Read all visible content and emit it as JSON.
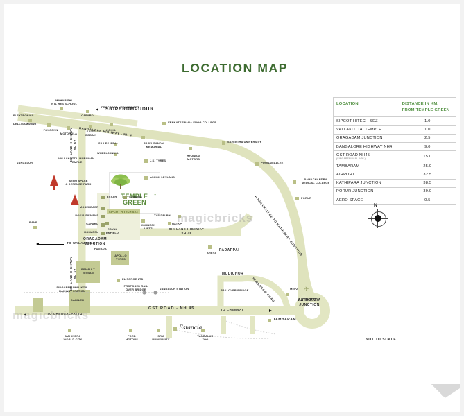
{
  "title": "LOCATION MAP",
  "watermark": "magicbricks",
  "not_to_scale": "NOT TO SCALE",
  "compass": {
    "north": "N"
  },
  "project": {
    "name_line1": "TEMPLE",
    "name_line2": "GREEN",
    "trademark": "™",
    "tree_icon": "tree-icon"
  },
  "table": {
    "header_location": "LOCATION",
    "header_distance_line1": "DISTANCE IN KM.",
    "header_distance_line2": "FROM TEMPLE GREEN",
    "rows": [
      {
        "location": "SIPCOT HITECH SEZ",
        "sub": "",
        "distance": "1.0"
      },
      {
        "location": "VALLAKOTTAI TEMPLE",
        "sub": "",
        "distance": "1.0"
      },
      {
        "location": "ORAGADAM JUNCTION",
        "sub": "",
        "distance": "2.5"
      },
      {
        "location": "BANGALORE HIGHWAY NH4",
        "sub": "",
        "distance": "9.0"
      },
      {
        "location": "GST ROAD NH45",
        "sub": "(SINGAPERUMAL KOIL)",
        "distance": "15.0"
      },
      {
        "location": "TAMBARAM",
        "sub": "",
        "distance": "25.0"
      },
      {
        "location": "AIRPORT",
        "sub": "",
        "distance": "32.5"
      },
      {
        "location": "KATHIPARA JUNCTION",
        "sub": "",
        "distance": "38.5"
      },
      {
        "location": "PORUR JUNCTION",
        "sub": "",
        "distance": "39.0"
      },
      {
        "location": "AERO SPACE",
        "sub": "",
        "distance": "0.5"
      }
    ]
  },
  "map": {
    "roads": {
      "bangalore_highway": "BANGALORE HIGHWAY - NH 4",
      "six_lane_sh57_upper": "SIX LANE HIGHWAY\nSH 57",
      "six_lane_sh48": "SIX LANE HIGHWAY\nSH 48",
      "six_lane_sh57_lower": "SIX LANE HIGHWAY\nSH 57",
      "gst_road": "GST ROAD - NH 45",
      "poonamallee_road": "POONAMALLEE TO KATHIPARA JUNCTION",
      "tambaram_road": "TAMBARAM ROAD"
    },
    "places": {
      "sriperumpudur": "SRIPERUMPUDUR",
      "padappai": "PADAPPAI",
      "oragadam_junction": "ORAGADAM\nJUNCTION",
      "kathipara_junction": "KATHIPARA\nJUNCTION",
      "mudichur": "MUDICHUR",
      "airport": "AIRPORT",
      "tambaram": "TAMBARAM",
      "porur": "PORUR",
      "poonamallee": "POONAMALLEE",
      "mepz": "MEPZ",
      "sipcot": "SIPCOT HITECH SEZ",
      "vallakottai": "VALLAKOTTAI MURUGAN\nTEMPLE",
      "aerospace": "AERO SPACE\n& DEFENCE PARK"
    },
    "directions": {
      "to_walajabad": "TO WALAJABAD",
      "to_chengalpattu": "TO CHENGALPATTU",
      "to_chennai": "TO CHENNAI",
      "proposed_new_airport": "PROPOSED NEW AIRPORT"
    },
    "landmarks": [
      "MAHARISHI\nINTL RES SCHOOL",
      "CAPARO",
      "FLEXTRONICS",
      "DELL/SAMSUNG",
      "FOXCONN",
      "MOTOROLA",
      "SAINT\nGOBAIN",
      "NOKIA",
      "MOSERBAER",
      "NOKIA SIEMENS",
      "CAPARO",
      "KOMATSU",
      "ESSAR",
      "SAIBARA",
      "ROYAL\nENFIELD",
      "RANE",
      "SAILES INDIA",
      "WHEELS INDIA",
      "RAJIV GANDHI\nMEMORIAL",
      "J.K. TYRES",
      "HYUNDAI\nMOTORS",
      "ASHOK LEYLAND",
      "VENKATESWARA ENGG COLLEGE",
      "SAVEETHA UNIVERSITY",
      "RAMACHANDRA\nMEDICAL COLLEGE",
      "APOLLO\nTYRES",
      "JOHNSON\nLIFTS",
      "NATKP",
      "TVS DELPHI",
      "AREVA",
      "DAIMLER",
      "RENAULT\nNISSAN",
      "FUGADA",
      "EL FORGE LTD",
      "SINGAPERUMAL KOIL\nRAILWAY STATION",
      "PROPOSED RAIL\nOVER BRIDGE",
      "VANDALUR STATION",
      "RAIL OVER BRIDGE",
      "MAHINDRA\nWORLD CITY",
      "FORD\nMOTORS",
      "SRM\nUNIVERSITY",
      "Estancia",
      "VANDALUR\nZOO"
    ]
  }
}
